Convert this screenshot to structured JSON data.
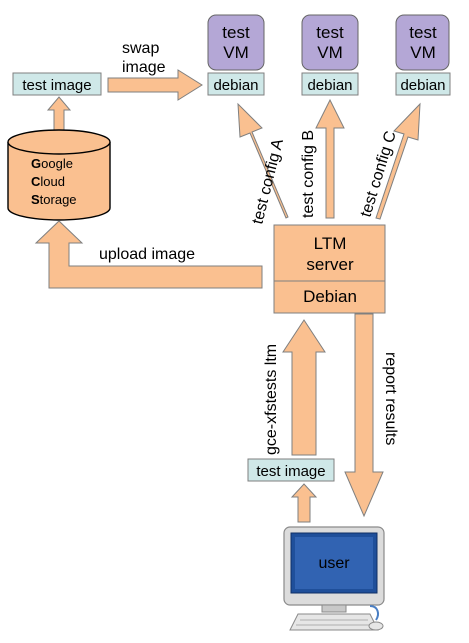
{
  "vms": [
    {
      "label_line1": "test",
      "label_line2": "VM",
      "os": "debian"
    },
    {
      "label_line1": "test",
      "label_line2": "VM",
      "os": "debian"
    },
    {
      "label_line1": "test",
      "label_line2": "VM",
      "os": "debian"
    }
  ],
  "test_image_top": "test image",
  "swap_image": {
    "line1": "swap",
    "line2": "image"
  },
  "storage": {
    "line1_initial": "G",
    "line1_rest": "oogle",
    "line2_initial": "C",
    "line2_rest": "loud",
    "line3_initial": "S",
    "line3_rest": "torage"
  },
  "configs": [
    "test config A",
    "test config B",
    "test config C"
  ],
  "upload_image": "upload image",
  "ltm": {
    "line1": "LTM",
    "line2": "server",
    "os": "Debian"
  },
  "gce_xfstests": "gce-xfstests ltm",
  "report_results": "report results",
  "test_image_bottom": "test image",
  "user_label": "user"
}
